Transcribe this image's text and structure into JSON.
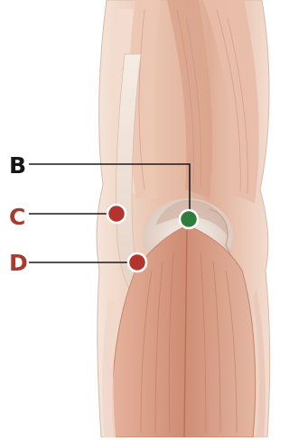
{
  "diagram": {
    "markers": [
      {
        "id": "B",
        "label": "B",
        "color": "#2e7d3a",
        "label_color": "#161616"
      },
      {
        "id": "C",
        "label": "C",
        "color": "#b2342c",
        "label_color": "#a83a2f"
      },
      {
        "id": "D",
        "label": "D",
        "color": "#b2342c",
        "label_color": "#a83a2f"
      }
    ],
    "colors": {
      "muscle_light": "#f2d6c8",
      "muscle_mid": "#dca890",
      "muscle_dark": "#b66c55",
      "tendon": "#f4e9df",
      "leader_line": "#1a1a1a"
    }
  }
}
